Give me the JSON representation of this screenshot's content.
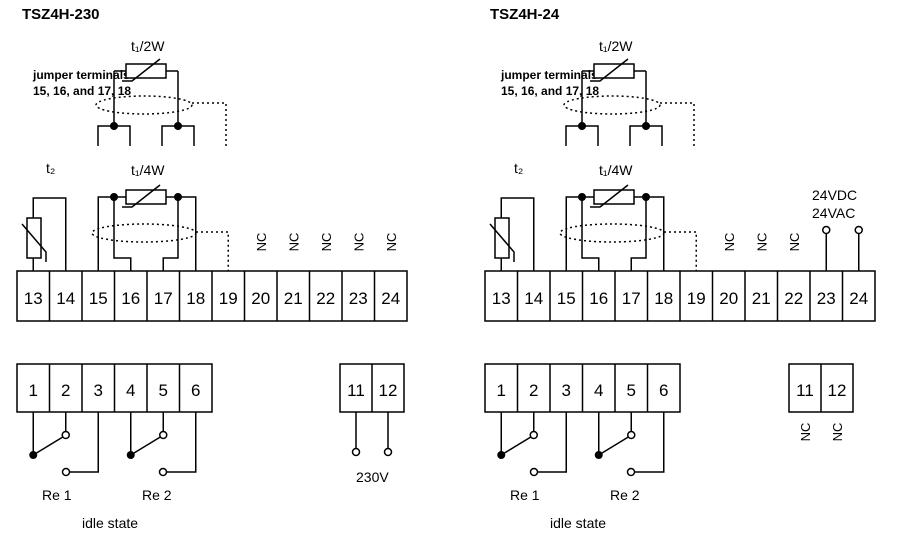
{
  "diagrams": [
    {
      "title": "TSZ4H-230",
      "jumper_note": [
        "jumper terminals",
        "15, 16, and 17, 18"
      ],
      "t1_top": "t₁/2W",
      "t1_mid": "t₁/4W",
      "t2": "t₂",
      "top_terminals": [
        "13",
        "14",
        "15",
        "16",
        "17",
        "18",
        "19",
        "20",
        "21",
        "22",
        "23",
        "24"
      ],
      "nc_terminals": [
        "NC",
        "NC",
        "NC",
        "NC",
        "NC"
      ],
      "power_top_label": "",
      "relay_terminals": [
        "1",
        "2",
        "3",
        "4",
        "5",
        "6"
      ],
      "power_terminals": [
        "11",
        "12"
      ],
      "power_bottom_label": "230V",
      "power_nc": [],
      "re1": "Re 1",
      "re2": "Re 2",
      "idle": "idle state"
    },
    {
      "title": "TSZ4H-24",
      "jumper_note": [
        "jumper terminals",
        "15, 16, and 17, 18"
      ],
      "t1_top": "t₁/2W",
      "t1_mid": "t₁/4W",
      "t2": "t₂",
      "top_terminals": [
        "13",
        "14",
        "15",
        "16",
        "17",
        "18",
        "19",
        "20",
        "21",
        "22",
        "23",
        "24"
      ],
      "nc_terminals": [
        "NC",
        "NC",
        "NC"
      ],
      "power_top_label": [
        "24VDC",
        "24VAC"
      ],
      "relay_terminals": [
        "1",
        "2",
        "3",
        "4",
        "5",
        "6"
      ],
      "power_terminals": [
        "11",
        "12"
      ],
      "power_bottom_label": "",
      "power_nc": [
        "NC",
        "NC"
      ],
      "re1": "Re 1",
      "re2": "Re 2",
      "idle": "idle state"
    }
  ]
}
